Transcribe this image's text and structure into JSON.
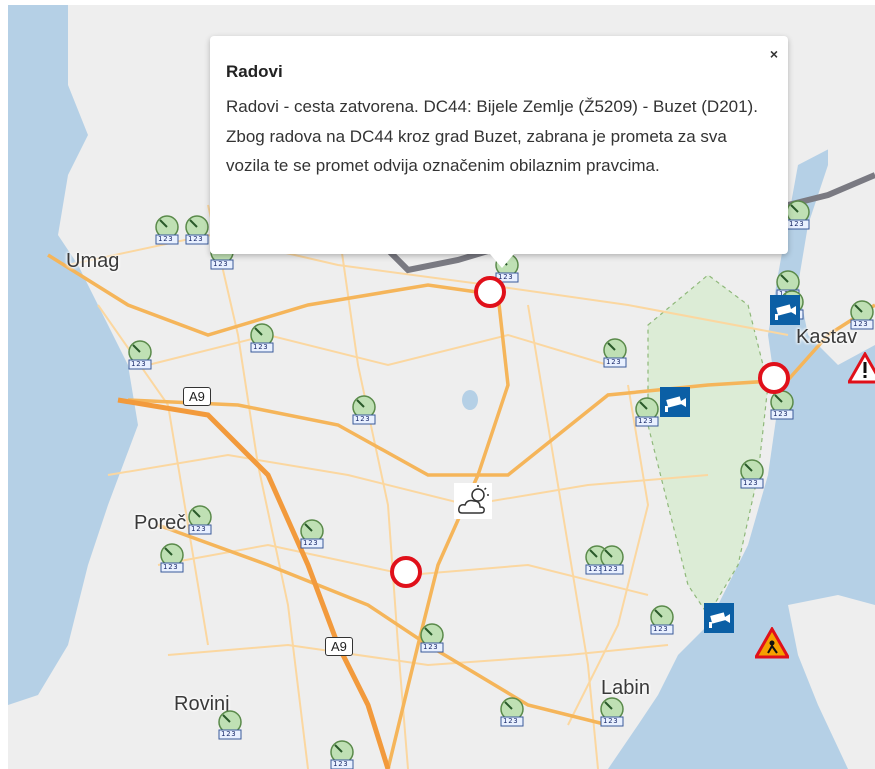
{
  "popup": {
    "title": "Radovi",
    "body": "Radovi - cesta zatvorena. DC44: Bijele Zemlje (Ž5209) - Buzet (D201). Zbog radova na DC44 kroz grad Buzet, zabrana je prometa za sva vozila te se promet odvija označenim obilaznim pravcima.",
    "close": "×"
  },
  "places": {
    "umag": "Umag",
    "kastav": "Kastav",
    "porec": "Poreč",
    "rovinj": "Rovinj",
    "labin": "Labin"
  },
  "roads": {
    "a9_north": "A9",
    "a9_south": "A9"
  },
  "counter_sign": "123",
  "colors": {
    "sea": "#b5d0e6",
    "land": "#eeeeee",
    "road_major": "#f5b55a",
    "road_minor": "#fbd7a0",
    "motorway": "#f29a3c",
    "park": "#dcecd6",
    "roadwork_ring": "#e0101a",
    "camera_bg": "#0b5fa5"
  }
}
